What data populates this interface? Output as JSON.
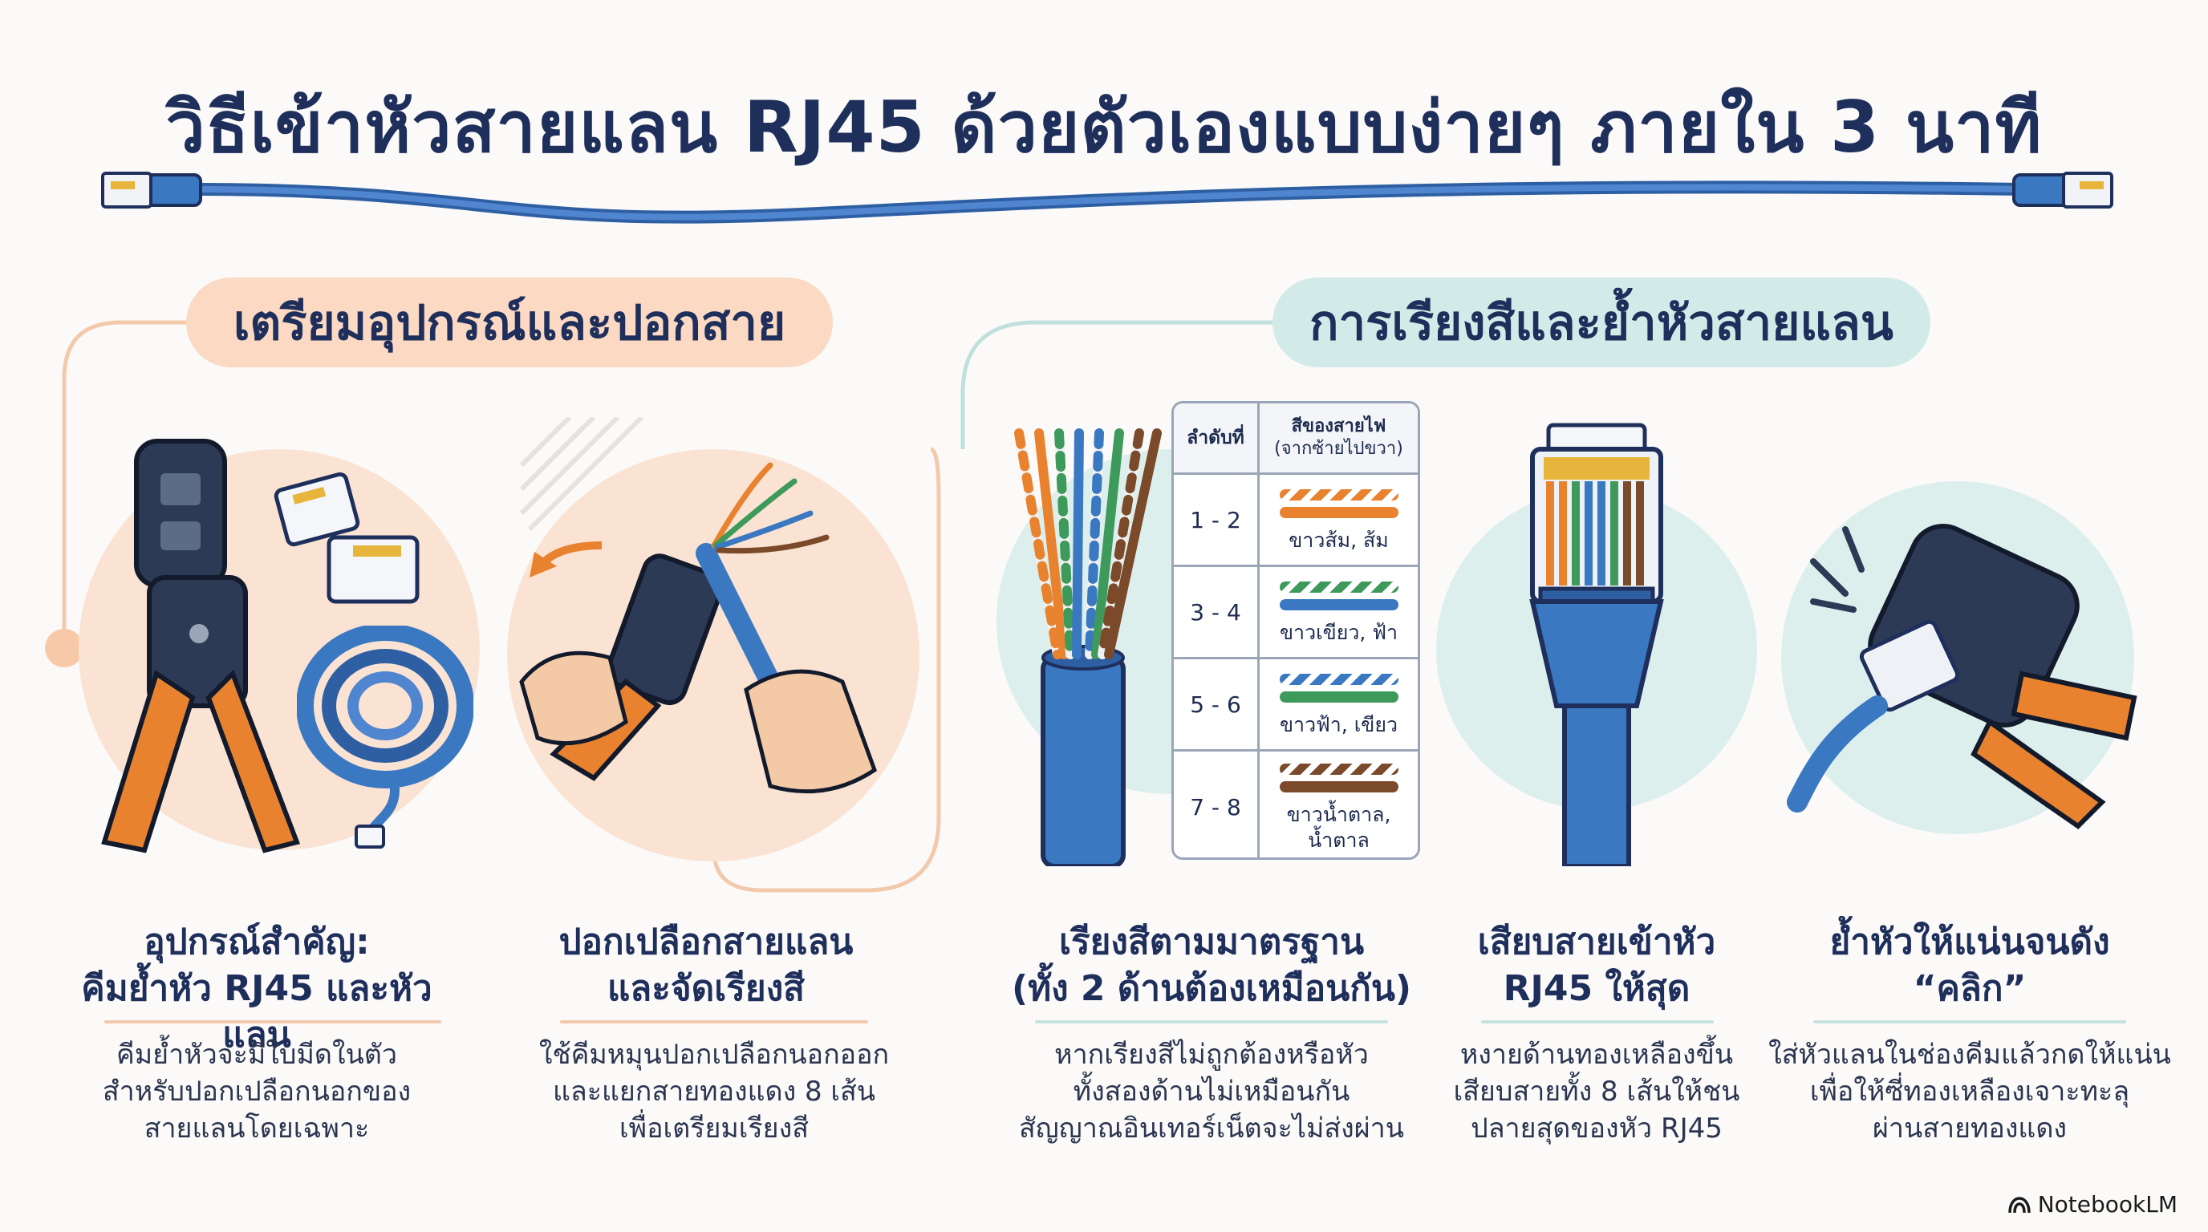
{
  "title": "วิธีเข้าหัวสายแลน RJ45 ด้วยตัวเองแบบง่ายๆ ภายใน 3 นาที",
  "sections": {
    "prepare": "เตรียมอุปกรณ์และปอกสาย",
    "arrange": "การเรียงสีและย้ำหัวสายแลน"
  },
  "steps": [
    {
      "title": [
        "อุปกรณ์สำคัญ:",
        "คีมย้ำหัว RJ45 และหัวแลน"
      ],
      "desc": [
        "คีมย้ำหัวจะมีใบมีดในตัว",
        "สำหรับปอกเปลือกนอกของ",
        "สายแลนโดยเฉพาะ"
      ]
    },
    {
      "title": [
        "ปอกเปลือกสายแลน",
        "และจัดเรียงสี"
      ],
      "desc": [
        "ใช้คีมหมุนปอกเปลือกนอกออก",
        "และแยกสายทองแดง 8 เส้น",
        "เพื่อเตรียมเรียงสี"
      ]
    },
    {
      "title": [
        "เรียงสีตามมาตรฐาน",
        "(ทั้ง 2 ด้านต้องเหมือนกัน)"
      ],
      "desc": [
        "หากเรียงสีไม่ถูกต้องหรือหัว",
        "ทั้งสองด้านไม่เหมือนกัน",
        "สัญญาณอินเทอร์เน็ตจะไม่ส่งผ่าน"
      ]
    },
    {
      "title": [
        "เสียบสายเข้าหัว",
        "RJ45 ให้สุด"
      ],
      "desc": [
        "หงายด้านทองเหลืองขึ้น",
        "เสียบสายทั้ง 8 เส้นให้ชน",
        "ปลายสุดของหัว RJ45"
      ]
    },
    {
      "title": [
        "ย้ำหัวให้แน่นจนดัง",
        "“คลิก”"
      ],
      "desc": [
        "ใส่หัวแลนในช่องคีมแล้วกดให้แน่น",
        "เพื่อให้ซี่ทองเหลืองเจาะทะลุ",
        "ผ่านสายทองแดง"
      ]
    }
  ],
  "color_table": {
    "header_order": "ลำดับที่",
    "header_color": [
      "สีของสายไฟ",
      "(จากซ้ายไปขวา)"
    ],
    "rows": [
      {
        "pins": "1 - 2",
        "names": [
          "ขาวส้ม, ส้ม"
        ],
        "striped": "#e8822e",
        "solid": "#e8822e"
      },
      {
        "pins": "3 - 4",
        "names": [
          "ขาวเขียว, ฟ้า"
        ],
        "striped": "#3e9a5a",
        "solid": "#3a78c2"
      },
      {
        "pins": "5 - 6",
        "names": [
          "ขาวฟ้า, เขียว"
        ],
        "striped": "#3a78c2",
        "solid": "#3e9a5a"
      },
      {
        "pins": "7 - 8",
        "names": [
          "ขาวน้ำตาล,",
          "น้ำตาล"
        ],
        "striped": "#7a4a2a",
        "solid": "#7a4a2a"
      }
    ]
  },
  "brand": "NotebookLM",
  "colors": {
    "navy": "#1f2f5c",
    "orange": "#e8822e",
    "peach": "#fbd9c2",
    "mint": "#d3ebe8",
    "cable_blue": "#3a78c2"
  }
}
